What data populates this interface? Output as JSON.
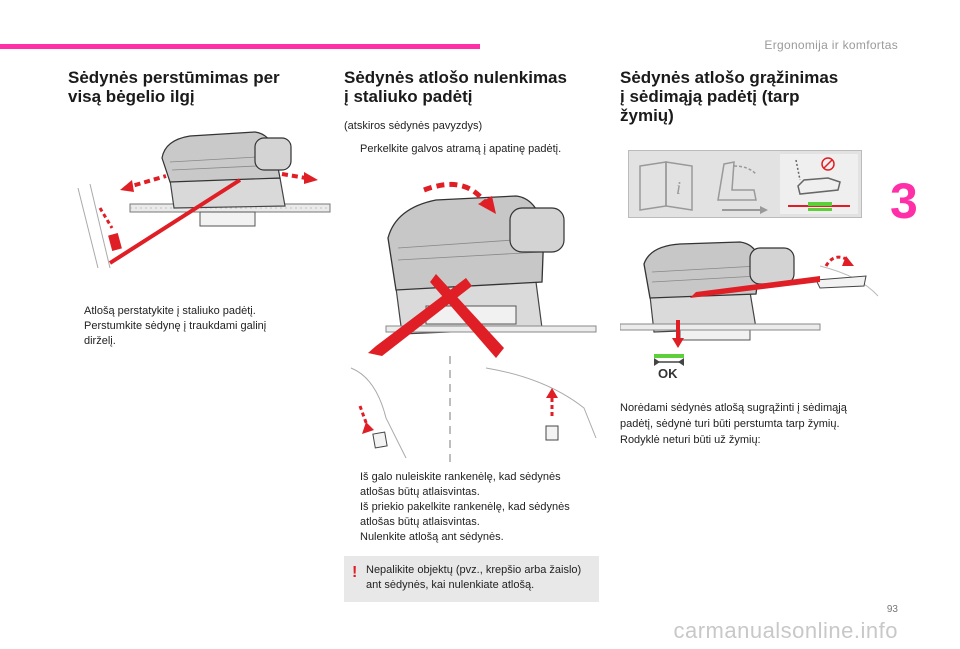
{
  "header": {
    "running_title": "Ergonomija ir komfortas",
    "chapter": "3"
  },
  "page_number": "93",
  "watermark": "carmanualsonline.info",
  "col1": {
    "title_line1": "Sėdynės perstūmimas per",
    "title_line2": "visą bėgelio ilgį",
    "steps": [
      "Atlošą perstatykite į staliuko padėtį.",
      "Perstumkite sėdynę į traukdami galinį",
      "dirželį."
    ]
  },
  "col2": {
    "title_line1": "Sėdynės atlošo nulenkimas",
    "title_line2": "į staliuko padėtį",
    "subtitle": "(atskiros sėdynės pavyzdys)",
    "step_headrest": "Perkelkite galvos atramą į apatinę padėtį.",
    "steps": [
      "Iš galo nuleiskite rankenėlę, kad sėdynės",
      "atlošas būtų atlaisvintas.",
      "Iš priekio pakelkite rankenėlę, kad sėdynės",
      "atlošas būtų atlaisvintas.",
      "Nulenkite atlošą ant sėdynės."
    ],
    "warning": "Nepalikite objektų (pvz., krepšio arba žaislo) ant sėdynės, kai nulenkiate atlošą."
  },
  "col3": {
    "title_line1": "Sėdynės atlošo grąžinimas",
    "title_line2": "į sėdimąją padėtį (tarp",
    "title_line3": "žymių)",
    "ok_label": "OK",
    "body": [
      "Norėdami sėdynės atlošą sugrąžinti į sėdimąją",
      "padėtį, sėdynė turi būti perstumta tarp žymių.",
      "Rodyklė neturi būti už žymių:"
    ]
  },
  "bullet_glyph": "",
  "colors": {
    "accent": "#ff2fa8",
    "arrow": "#e01e25",
    "ok_green": "#5ccf3a"
  }
}
